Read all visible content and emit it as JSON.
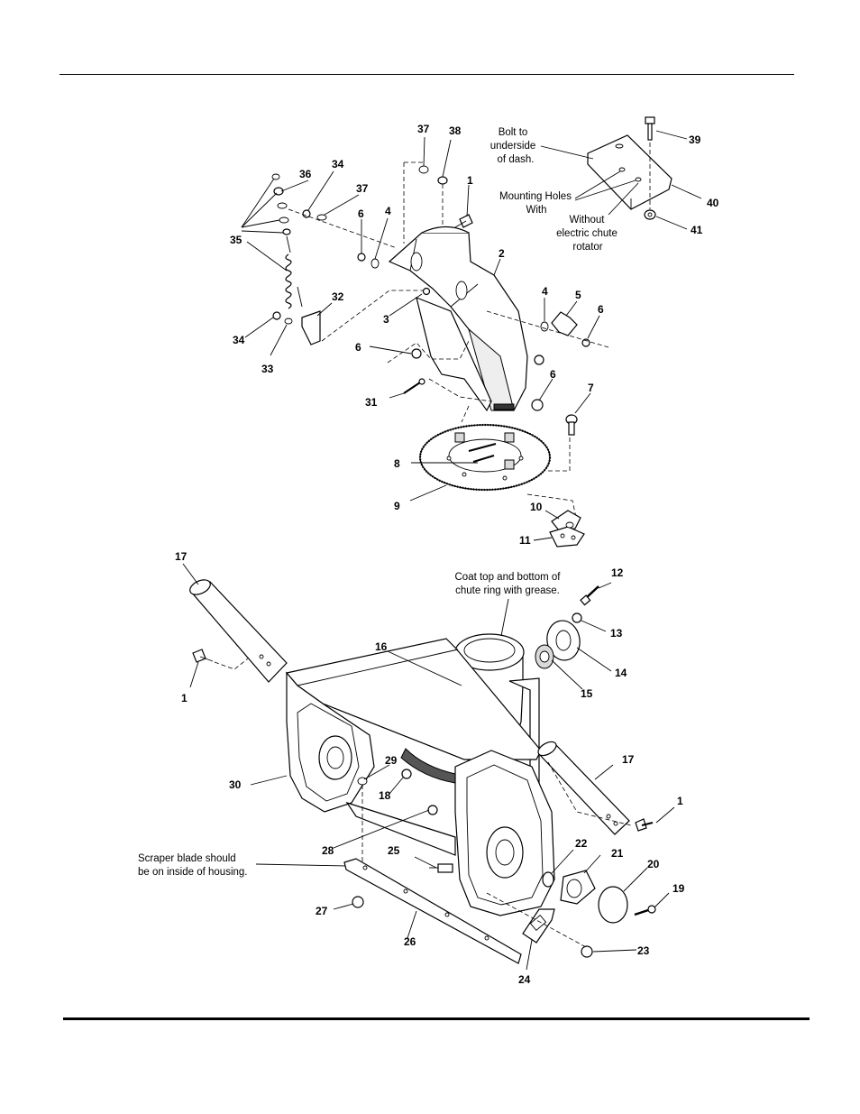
{
  "callouts": {
    "c37a": "37",
    "c38": "38",
    "c1a": "1",
    "c39": "39",
    "c40": "40",
    "c41": "41",
    "c36": "36",
    "c34a": "34",
    "c37b": "37",
    "c6a": "6",
    "c4a": "4",
    "c35": "35",
    "c2": "2",
    "c32": "32",
    "c3": "3",
    "c4b": "4",
    "c5": "5",
    "c6b": "6",
    "c34b": "34",
    "c33": "33",
    "c6c": "6",
    "c6d": "6",
    "c31": "31",
    "c7": "7",
    "c8": "8",
    "c9": "9",
    "c10": "10",
    "c11": "11",
    "c17a": "17",
    "c12": "12",
    "c13": "13",
    "c16": "16",
    "c14": "14",
    "c15": "15",
    "c1b": "1",
    "c17b": "17",
    "c29": "29",
    "c30": "30",
    "c18": "18",
    "c1c": "1",
    "c28": "28",
    "c22": "22",
    "c21": "21",
    "c25": "25",
    "c20": "20",
    "c19": "19",
    "c27": "27",
    "c26": "26",
    "c23": "23",
    "c24": "24"
  },
  "notes": {
    "bolt_line1": "Bolt to",
    "bolt_line2": "underside",
    "bolt_line3": "of dash.",
    "mount_line1": "Mounting Holes",
    "mount_line2": "With",
    "without_line1": "Without",
    "without_line2": "electric chute",
    "without_line3": "rotator",
    "grease_line1": "Coat top and bottom of",
    "grease_line2": "chute ring with grease.",
    "scraper_line1": "Scraper blade should",
    "scraper_line2": "be on inside of housing."
  }
}
